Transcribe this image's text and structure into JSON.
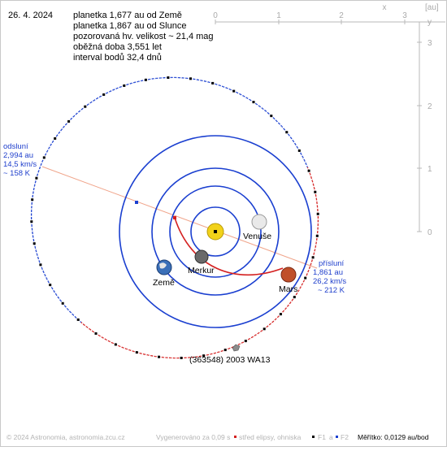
{
  "header": {
    "date": "26. 4. 2024",
    "info_lines": [
      "planetka 1,677 au od Země",
      "planetka 1,867 au od Slunce",
      "pozorovaná hv. velikost ~ 21,4 mag",
      "oběžná doba 3,551 let",
      "interval bodů 32,4 dnů"
    ]
  },
  "axes": {
    "unit_label": "[au]",
    "x_axis_name": "x",
    "y_axis_name": "y",
    "x_ticks": [
      "0",
      "1",
      "2",
      "3"
    ],
    "y_ticks": [
      "3",
      "2",
      "1",
      "0"
    ]
  },
  "aphelion": {
    "lines": [
      "odsluní",
      "2,994 au",
      "14,5 km/s",
      "~ 158 K"
    ]
  },
  "perihelion": {
    "lines": [
      "přísluní",
      "1,861 au",
      "26,2 km/s",
      "~ 212 K"
    ]
  },
  "bodies": {
    "venus": "Venuše",
    "mercury": "Merkur",
    "earth": "Země",
    "mars": "Mars",
    "asteroid": "(363548) 2003 WA13"
  },
  "colors": {
    "orbit_blue": "#1a3fd0",
    "orbit_red": "#d42020",
    "text_blue": "#1f3fcc",
    "apsis_line": "#f0a48a",
    "sun": "#f2d21a",
    "mars": "#c0502a",
    "axis_gray": "#b0b0b0"
  },
  "footer": {
    "copyright": "© 2024 Astronomia, astronomia.zcu.cz",
    "generated": "Vygenerováno za 0,09 s",
    "center_legend": "střed elipsy, ohniska",
    "f1": "F1",
    "a": "a",
    "f2": "F2",
    "scale": "Měřítko: 0,0129 au/bod"
  }
}
